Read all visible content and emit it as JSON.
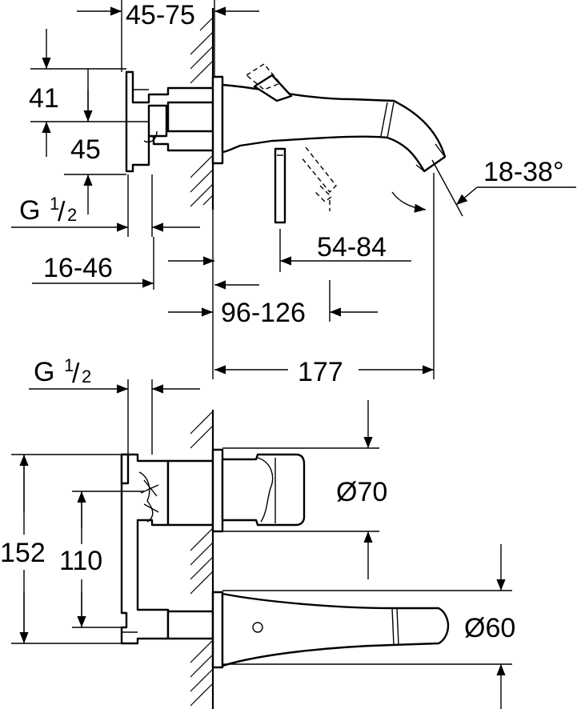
{
  "dimensions": {
    "top_flange_adjust": "45-75",
    "upper_height": "41",
    "lower_height": "45",
    "thread_top": "G",
    "thread_top_sup": "1",
    "thread_top_sub": "2",
    "wall_depth": "16-46",
    "handle_pos": "54-84",
    "body_depth": "96-126",
    "projection": "177",
    "angle": "18-38°",
    "thread_bottom": "G",
    "thread_bottom_sup": "1",
    "thread_bottom_sub": "2",
    "rosette_handle": "Ø70",
    "total_height": "152",
    "center_distance": "110",
    "rosette_spout": "Ø60"
  }
}
